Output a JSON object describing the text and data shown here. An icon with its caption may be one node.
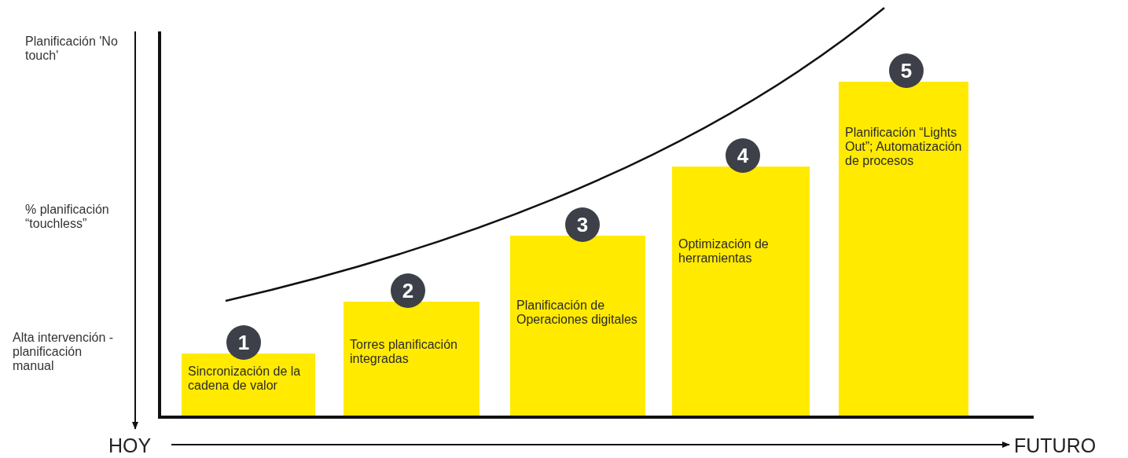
{
  "diagram": {
    "nodes": [
      {
        "text": [
          "1",
          "Sincronización de la cadena de valor"
        ]
      },
      {
        "text": [
          "2",
          "Torres planificación integradas"
        ]
      },
      {
        "text": [
          "3",
          "Planificación de Operaciones digitales"
        ]
      },
      {
        "text": [
          "4",
          "Optimización de herramientas"
        ]
      },
      {
        "text": [
          "5",
          "Planificación “Lights Out”; Automatización de procesos"
        ]
      }
    ],
    "edges": [],
    "labels": [
      "Planificación 'No touch'",
      "% planificación “touchless”",
      "Alta intervención - planificación manual",
      "HOY",
      "FUTURO"
    ]
  }
}
